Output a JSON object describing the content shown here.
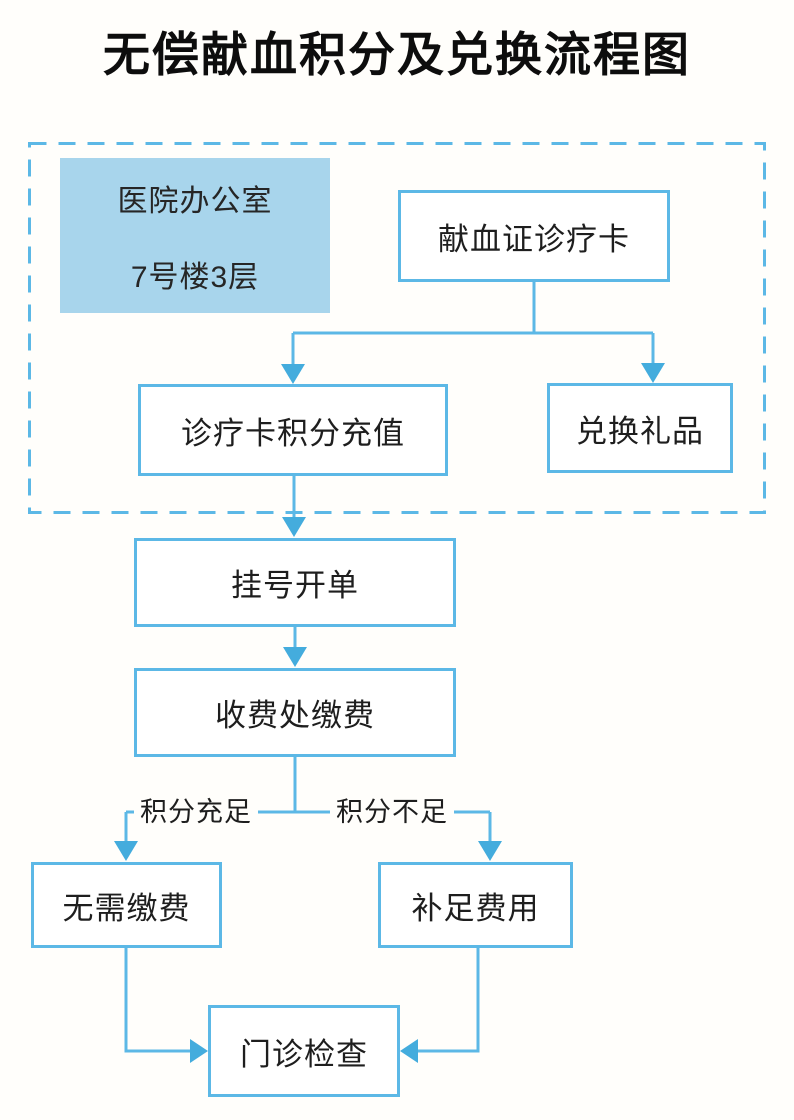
{
  "title": "无偿献血积分及兑换流程图",
  "colors": {
    "line_blue": "#5cb8e6",
    "arrow_blue": "#44acdd",
    "highlight_fill_blue": "#a8d5ec",
    "text_dark": "#1e1e1e",
    "background": "#fffefb"
  },
  "nodes": {
    "office": {
      "line1": "医院办公室",
      "line2": "7号楼3层"
    },
    "card": "献血证诊疗卡",
    "recharge": "诊疗卡积分充值",
    "gift": "兑换礼品",
    "register": "挂号开单",
    "pay": "收费处缴费",
    "no_pay": "无需缴费",
    "top_up": "补足费用",
    "exam": "门诊检查"
  },
  "edges": [
    {
      "from": "card",
      "to": "recharge",
      "label": ""
    },
    {
      "from": "card",
      "to": "gift",
      "label": ""
    },
    {
      "from": "recharge",
      "to": "register",
      "label": ""
    },
    {
      "from": "register",
      "to": "pay",
      "label": ""
    },
    {
      "from": "pay",
      "to": "no_pay",
      "label": "积分充足"
    },
    {
      "from": "pay",
      "to": "top_up",
      "label": "积分不足"
    },
    {
      "from": "no_pay",
      "to": "exam",
      "label": ""
    },
    {
      "from": "top_up",
      "to": "exam",
      "label": ""
    }
  ]
}
